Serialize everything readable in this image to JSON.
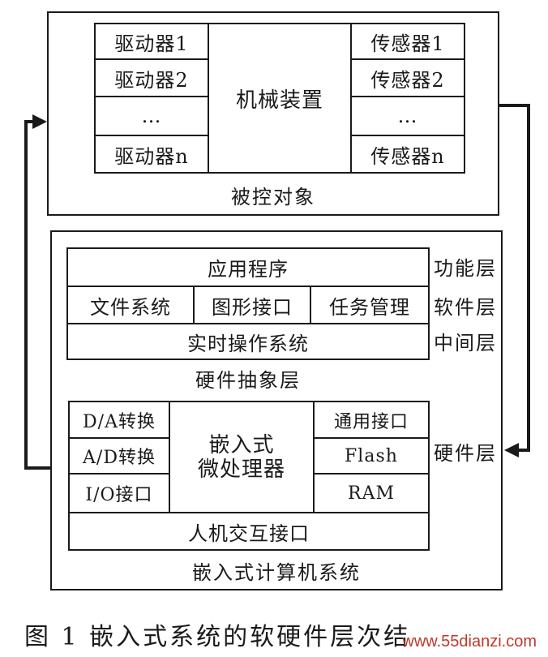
{
  "controlled_object": {
    "title": "被控对象",
    "drivers": [
      "驱动器1",
      "驱动器2",
      "…",
      "驱动器n"
    ],
    "mechanism": "机械装置",
    "sensors": [
      "传感器1",
      "传感器2",
      "…",
      "传感器n"
    ]
  },
  "embedded_system": {
    "title": "嵌入式计算机系统",
    "software": {
      "app": "应用程序",
      "middle": [
        "文件系统",
        "图形接口",
        "任务管理"
      ],
      "os": "实时操作系统"
    },
    "hal": "硬件抽象层",
    "hardware": {
      "left": [
        "D/A转换",
        "A/D转换",
        "I/O接口"
      ],
      "cpu_line1": "嵌入式",
      "cpu_line2": "微处理器",
      "right": [
        "通用接口",
        "Flash",
        "RAM"
      ],
      "hmi": "人机交互接口"
    },
    "layers": {
      "function": "功能层",
      "software": "软件层",
      "middleware": "中间层",
      "hardware": "硬件层"
    }
  },
  "caption": "图 1  嵌入式系统的软硬件层次结",
  "watermark": "www.55dianzi.com"
}
